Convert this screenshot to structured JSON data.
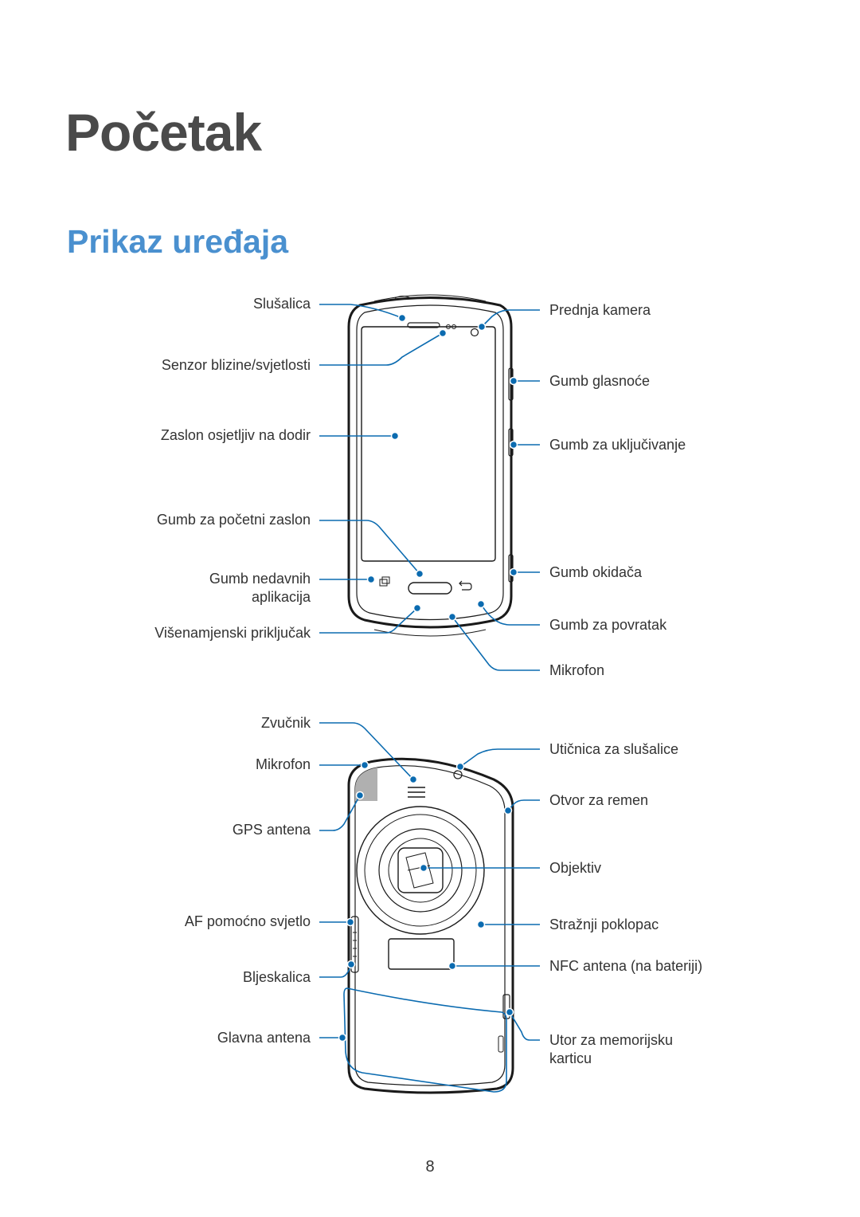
{
  "page": {
    "title": "Početak",
    "subtitle": "Prikaz uređaja",
    "page_number": "8"
  },
  "front": {
    "left_labels": [
      "Slušalica",
      "Senzor blizine/svjetlosti",
      "Zaslon osjetljiv na dodir",
      "Gumb za početni zaslon",
      "Gumb nedavnih",
      "aplikacija",
      "Višenamjenski priključak"
    ],
    "right_labels": [
      "Prednja kamera",
      "Gumb glasnoće",
      "Gumb za uključivanje",
      "Gumb okidača",
      "Gumb za povratak",
      "Mikrofon"
    ]
  },
  "back": {
    "left_labels": [
      "Zvučnik",
      "Mikrofon",
      "GPS antena",
      "AF pomoćno svjetlo",
      "Bljeskalica",
      "Glavna antena"
    ],
    "right_labels": [
      "Utičnica za slušalice",
      "Otvor za remen",
      "Objektiv",
      "Stražnji poklopac",
      "NFC antena (na bateriji)",
      "Utor za memorijsku",
      "karticu"
    ]
  },
  "colors": {
    "title": "#4a4a4a",
    "subtitle": "#4a90cf",
    "callout": "#0b6bb0",
    "device_outline": "#1a1a1a"
  }
}
